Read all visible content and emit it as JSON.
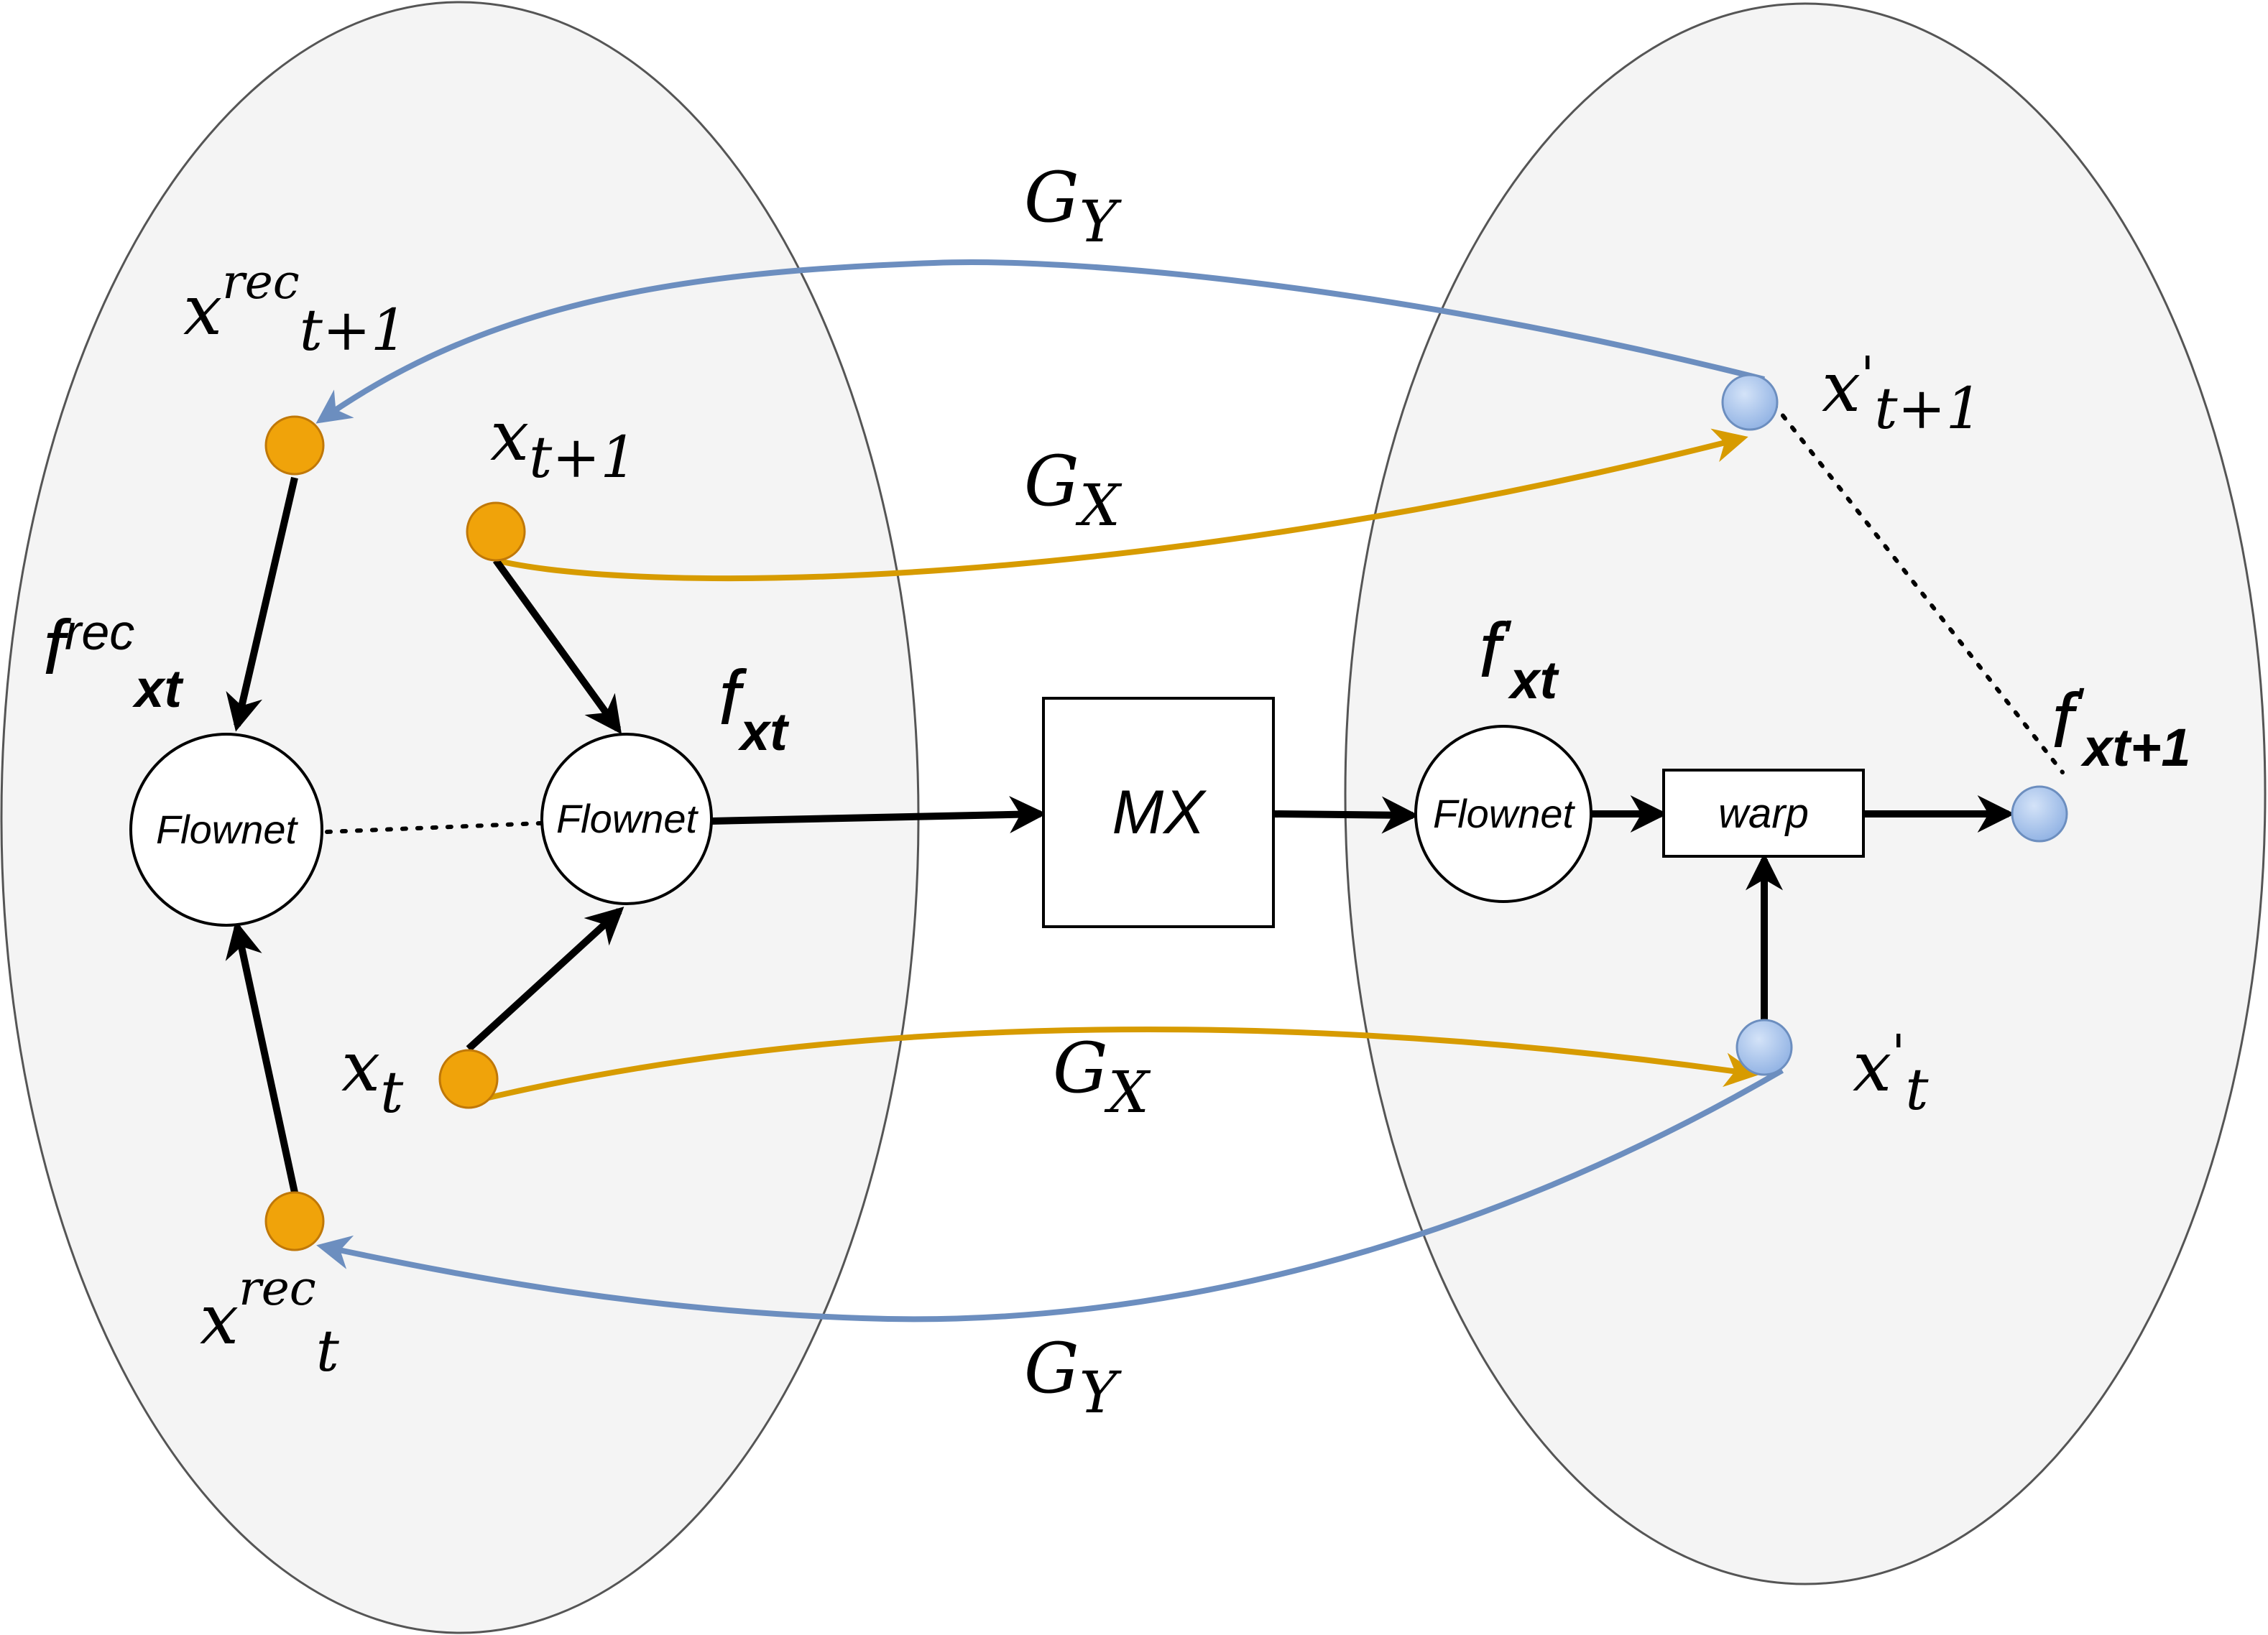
{
  "colors": {
    "domain_fill": "#f4f4f4",
    "domain_stroke": "#555555",
    "orange_fill": "#f0a30a",
    "orange_stroke": "#c07808",
    "gold_arrow": "#d79b00",
    "blue_arrow": "#6c8ebf",
    "blue_node_fill": "#a9c4eb",
    "black": "#000000"
  },
  "labels": {
    "gy_top": {
      "base": "G",
      "sub": "Y"
    },
    "gx_top": {
      "base": "G",
      "sub": "X"
    },
    "gx_bottom": {
      "base": "G",
      "sub": "X"
    },
    "gy_bottom": {
      "base": "G",
      "sub": "Y"
    },
    "xrec_t1": {
      "base": "x",
      "sup": "rec",
      "sub": "t+1"
    },
    "x_t1": {
      "base": "x",
      "sub": "t+1"
    },
    "frec_xt": {
      "base": "f",
      "sup": "rec",
      "sub": "xt"
    },
    "f_xt": {
      "base": "f",
      "sub": "xt"
    },
    "x_t": {
      "base": "x",
      "sub": "t"
    },
    "xrec_t": {
      "base": "x",
      "sup": "rec",
      "sub": "t"
    },
    "fprime_xt": {
      "base": "f",
      "sup": "'",
      "sub": "xt"
    },
    "xprime_t1": {
      "base": "x",
      "sup": "'",
      "sub": "t+1"
    },
    "fprime_xt1": {
      "base": "f",
      "sup": "'",
      "sub": "xt+1"
    },
    "xprime_t": {
      "base": "x",
      "sup": "'",
      "sub": "t"
    }
  },
  "nodes": {
    "flownet_left": "Flownet",
    "flownet_mid": "Flownet",
    "flownet_right": "Flownet",
    "mx": "MX",
    "warp": "warp"
  }
}
